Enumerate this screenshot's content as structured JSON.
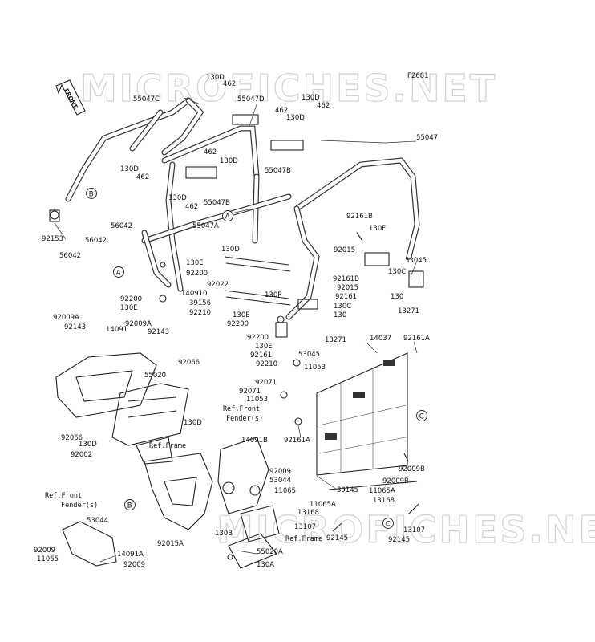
{
  "diagram": {
    "code": "F2681",
    "watermark": "MICROFICHES.NET",
    "front_label": "FRONT",
    "parts": [
      {
        "id": "p_130D_1",
        "text": "130D"
      },
      {
        "id": "p_462_1",
        "text": "462"
      },
      {
        "id": "p_55047C",
        "text": "55047C"
      },
      {
        "id": "p_55047D",
        "text": "55047D"
      },
      {
        "id": "p_130D_2",
        "text": "130D"
      },
      {
        "id": "p_462_2",
        "text": "462"
      },
      {
        "id": "p_462_3",
        "text": "462"
      },
      {
        "id": "p_130D_3",
        "text": "130D"
      },
      {
        "id": "p_55047",
        "text": "55047"
      },
      {
        "id": "p_462_4",
        "text": "462"
      },
      {
        "id": "p_130D_4",
        "text": "130D"
      },
      {
        "id": "p_130D_5",
        "text": "130D"
      },
      {
        "id": "p_462_5",
        "text": "462"
      },
      {
        "id": "p_55047B_1",
        "text": "55047B"
      },
      {
        "id": "p_130D_6",
        "text": "130D"
      },
      {
        "id": "p_462_6",
        "text": "462"
      },
      {
        "id": "p_55047B_2",
        "text": "55047B"
      },
      {
        "id": "p_92153",
        "text": "92153"
      },
      {
        "id": "p_56042_1",
        "text": "56042"
      },
      {
        "id": "p_56042_2",
        "text": "56042"
      },
      {
        "id": "p_56042_3",
        "text": "56042"
      },
      {
        "id": "p_55047A",
        "text": "55047A"
      },
      {
        "id": "p_130D_7",
        "text": "130D"
      },
      {
        "id": "p_92161B_1",
        "text": "92161B"
      },
      {
        "id": "p_130F_1",
        "text": "130F"
      },
      {
        "id": "p_53045_1",
        "text": "53045"
      },
      {
        "id": "p_130E_1",
        "text": "130E"
      },
      {
        "id": "p_92200_1",
        "text": "92200"
      },
      {
        "id": "p_92022",
        "text": "92022"
      },
      {
        "id": "p_92015_1",
        "text": "92015"
      },
      {
        "id": "p_130C_1",
        "text": "130C"
      },
      {
        "id": "p_140910",
        "text": "140910"
      },
      {
        "id": "p_39156",
        "text": "39156"
      },
      {
        "id": "p_92161B_2",
        "text": "92161B"
      },
      {
        "id": "p_92015_2",
        "text": "92015"
      },
      {
        "id": "p_92200_2",
        "text": "92200"
      },
      {
        "id": "p_130E_2",
        "text": "130E"
      },
      {
        "id": "p_92210_1",
        "text": "92210"
      },
      {
        "id": "p_92161_1",
        "text": "92161"
      },
      {
        "id": "p_130_1",
        "text": "130"
      },
      {
        "id": "p_13271_1",
        "text": "13271"
      },
      {
        "id": "p_130F_2",
        "text": "130F"
      },
      {
        "id": "p_130C_2",
        "text": "130C"
      },
      {
        "id": "p_130_2",
        "text": "130"
      },
      {
        "id": "p_130E_3",
        "text": "130E"
      },
      {
        "id": "p_92200_3",
        "text": "92200"
      },
      {
        "id": "p_13271_2",
        "text": "13271"
      },
      {
        "id": "p_92200_4",
        "text": "92200"
      },
      {
        "id": "p_130E_4",
        "text": "130E"
      },
      {
        "id": "p_92161_2",
        "text": "92161"
      },
      {
        "id": "p_53045_2",
        "text": "53045"
      },
      {
        "id": "p_92210_2",
        "text": "92210"
      },
      {
        "id": "p_92009A_1",
        "text": "92009A"
      },
      {
        "id": "p_92143_1",
        "text": "92143"
      },
      {
        "id": "p_14091",
        "text": "14091"
      },
      {
        "id": "p_92009A_2",
        "text": "92009A"
      },
      {
        "id": "p_92143_2",
        "text": "92143"
      },
      {
        "id": "p_14037",
        "text": "14037"
      },
      {
        "id": "p_92161A_1",
        "text": "92161A"
      },
      {
        "id": "p_92066_1",
        "text": "92066"
      },
      {
        "id": "p_55020",
        "text": "55020"
      },
      {
        "id": "p_11053_1",
        "text": "11053"
      },
      {
        "id": "p_92071_1",
        "text": "92071"
      },
      {
        "id": "p_92071_2",
        "text": "92071"
      },
      {
        "id": "p_11053_2",
        "text": "11053"
      },
      {
        "id": "p_130D_8",
        "text": "130D"
      },
      {
        "id": "p_92066_2",
        "text": "92066"
      },
      {
        "id": "p_130D_9",
        "text": "130D"
      },
      {
        "id": "p_92002",
        "text": "92002"
      },
      {
        "id": "p_14091B",
        "text": "14091B"
      },
      {
        "id": "p_92161A_2",
        "text": "92161A"
      },
      {
        "id": "p_92009_1",
        "text": "92009"
      },
      {
        "id": "p_53044_1",
        "text": "53044"
      },
      {
        "id": "p_11065_1",
        "text": "11065"
      },
      {
        "id": "p_92009B_1",
        "text": "92009B"
      },
      {
        "id": "p_92009B_2",
        "text": "92009B"
      },
      {
        "id": "p_39145",
        "text": "39145"
      },
      {
        "id": "p_11065A_1",
        "text": "11065A"
      },
      {
        "id": "p_13168_1",
        "text": "13168"
      },
      {
        "id": "p_11065A_2",
        "text": "11065A"
      },
      {
        "id": "p_13168_2",
        "text": "13168"
      },
      {
        "id": "p_13107_1",
        "text": "13107"
      },
      {
        "id": "p_13107_2",
        "text": "13107"
      },
      {
        "id": "p_92145_1",
        "text": "92145"
      },
      {
        "id": "p_92145_2",
        "text": "92145"
      },
      {
        "id": "p_53044_2",
        "text": "53044"
      },
      {
        "id": "p_92009_2",
        "text": "92009"
      },
      {
        "id": "p_11065_2",
        "text": "11065"
      },
      {
        "id": "p_14091A",
        "text": "14091A"
      },
      {
        "id": "p_92009_3",
        "text": "92009"
      },
      {
        "id": "p_92015A",
        "text": "92015A"
      },
      {
        "id": "p_130B",
        "text": "130B"
      },
      {
        "id": "p_55020A",
        "text": "55020A"
      },
      {
        "id": "p_130A",
        "text": "130A"
      }
    ],
    "references": [
      {
        "id": "ref_frame_1",
        "text": "Ref.Frame"
      },
      {
        "id": "ref_fender_right_1",
        "text": "Ref.Front"
      },
      {
        "id": "ref_fender_right_2",
        "text": "Fender(s)"
      },
      {
        "id": "ref_fender_left_1",
        "text": "Ref.Front"
      },
      {
        "id": "ref_fender_left_2",
        "text": "Fender(s)"
      },
      {
        "id": "ref_frame_2",
        "text": "Ref.Frame"
      }
    ],
    "callouts": [
      {
        "id": "c_A_1",
        "text": "A"
      },
      {
        "id": "c_A_2",
        "text": "A"
      },
      {
        "id": "c_B_1",
        "text": "B"
      },
      {
        "id": "c_B_2",
        "text": "B"
      },
      {
        "id": "c_C_1",
        "text": "C"
      },
      {
        "id": "c_C_2",
        "text": "C"
      }
    ]
  }
}
